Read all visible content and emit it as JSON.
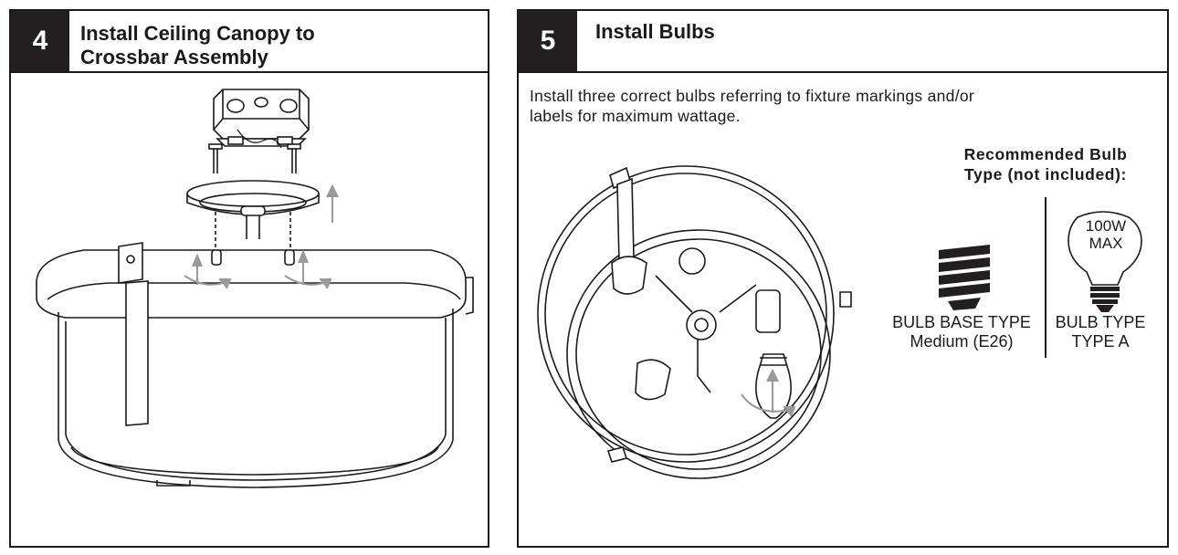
{
  "step4": {
    "number": "4",
    "title_line1": "Install Ceiling Canopy to",
    "title_line2": "Crossbar Assembly"
  },
  "step5": {
    "number": "5",
    "title": "Install Bulbs",
    "instruction_line1": "Install three correct bulbs referring to fixture markings and/or",
    "instruction_line2": "labels for maximum wattage.",
    "recommended_line1": "Recommended Bulb",
    "recommended_line2": "Type (not included):",
    "bulb_wattage_line1": "100W",
    "bulb_wattage_line2": "MAX",
    "base_label_line1": "BULB BASE TYPE",
    "base_label_line2": "Medium (E26)",
    "type_label_line1": "BULB TYPE",
    "type_label_line2": "TYPE A"
  },
  "colors": {
    "ink": "#1a1a1a",
    "step_badge": "#231f20",
    "arrow_gray": "#9a9a9a"
  }
}
